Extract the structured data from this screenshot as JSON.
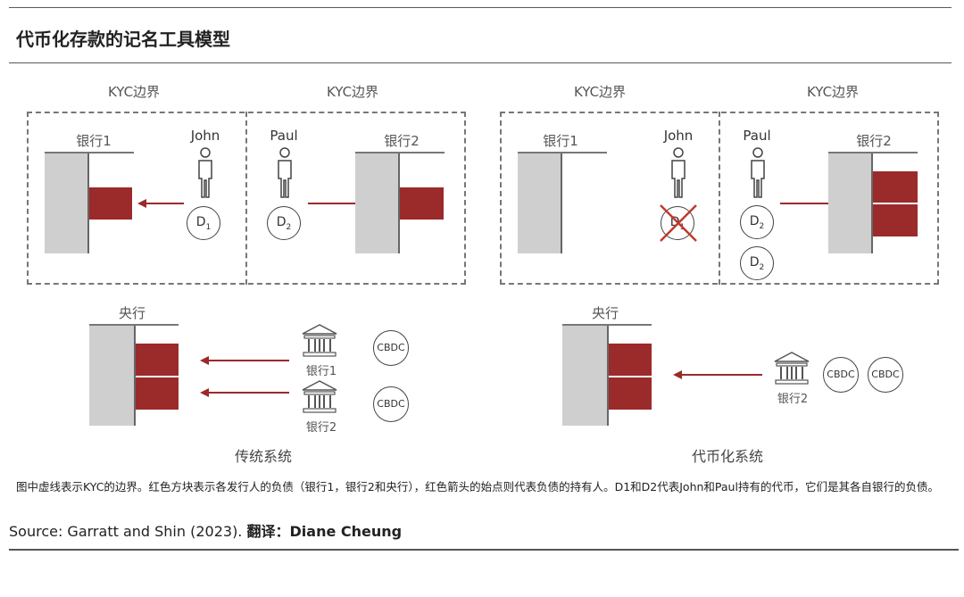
{
  "title": "代币化存款的记名工具模型",
  "left": {
    "kyc_a": "KYC边界",
    "kyc_b": "KYC边界",
    "bank1": "银行1",
    "bank2": "银行2",
    "person1": "John",
    "person2": "Paul",
    "coin1": "D",
    "coin1_sub": "1",
    "coin2": "D",
    "coin2_sub": "2",
    "central": "央行",
    "inst1": "银行1",
    "inst2": "银行2",
    "cbdc1": "CBDC",
    "cbdc2": "CBDC",
    "caption": "传统系统"
  },
  "right": {
    "kyc_a": "KYC边界",
    "kyc_b": "KYC边界",
    "bank1": "银行1",
    "bank2": "银行2",
    "person1": "John",
    "person2": "Paul",
    "coin_crossed": "D",
    "coin_crossed_sub": "1",
    "coin2a": "D",
    "coin2a_sub": "2",
    "coin2b": "D",
    "coin2b_sub": "2",
    "central": "央行",
    "inst2": "银行2",
    "cbdc1": "CBDC",
    "cbdc2": "CBDC",
    "caption": "代币化系统"
  },
  "note": "图中虚线表示KYC的边界。红色方块表示各发行人的负债（银行1，银行2和央行），红色箭头的始点则代表负债的持有人。D1和D2代表John和Paul持有的代币，它们是其各自银行的负债。",
  "source_text": "Source: Garratt and Shin (2023).",
  "translator_label": "翻译：",
  "translator_name": "Diane Cheung",
  "colors": {
    "liability": "#9b2a2a",
    "bank": "#cfcfcf",
    "cross": "#c0392b"
  },
  "icons": [
    "person-icon",
    "bank-building-icon",
    "arrow-left-icon",
    "arrow-right-icon",
    "cross-icon"
  ]
}
